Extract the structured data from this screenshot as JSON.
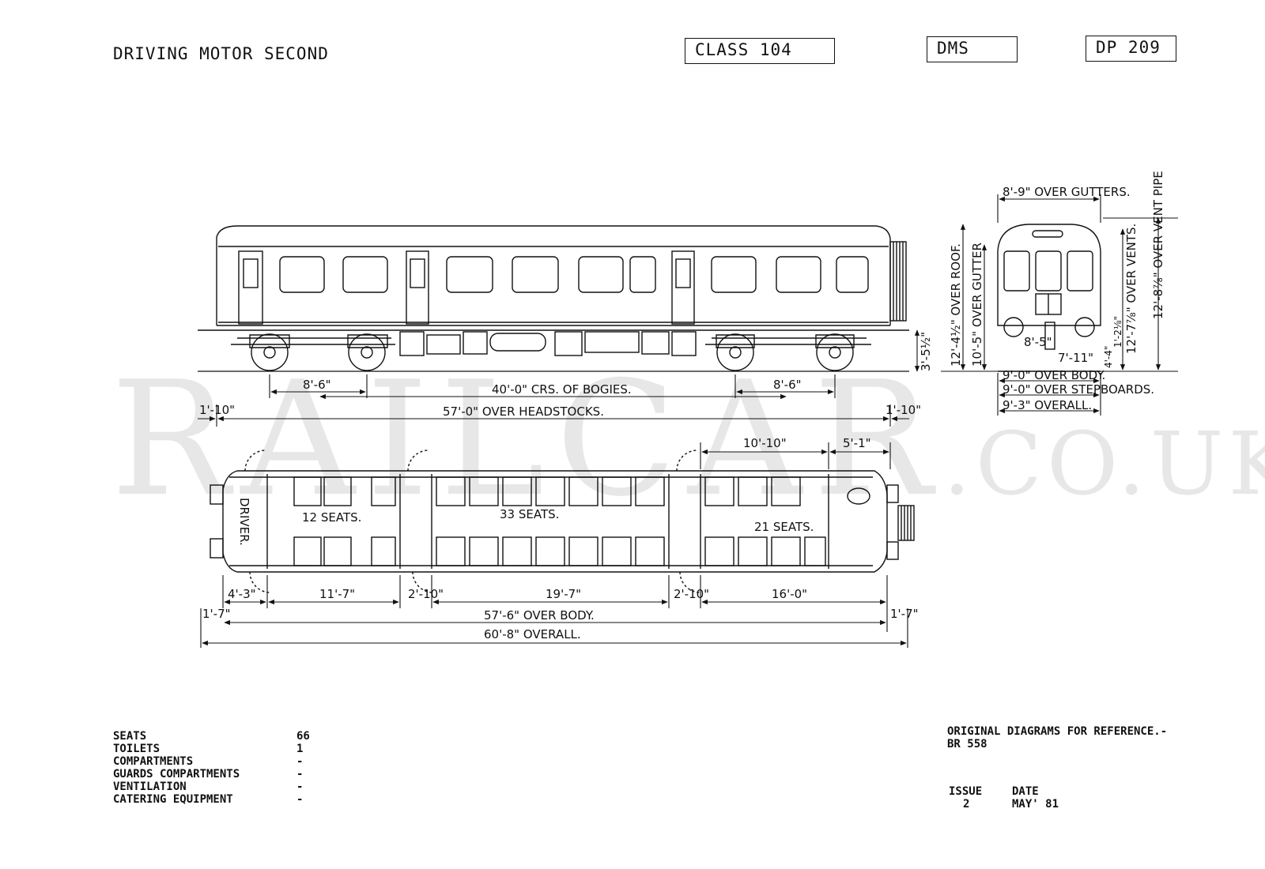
{
  "header": {
    "title": "DRIVING MOTOR SECOND",
    "class_box": "CLASS 104",
    "type_box": "DMS",
    "diagram_box": "DP 209"
  },
  "watermark": {
    "big": "RAILCAR",
    "small": ".CO.UK"
  },
  "side_view": {
    "bogie_wheelbase_left": "8'-6\"",
    "bogie_wheelbase_right": "8'-6\"",
    "bogie_centres": "40'-0\" CRS. OF BOGIES.",
    "over_headstocks": "57'-0\" OVER HEADSTOCKS.",
    "overhang_left": "1'-10\"",
    "overhang_right": "1'-10\"",
    "rail_height": "3'-5½\""
  },
  "end_view": {
    "over_gutters": "8'-9\" OVER GUTTERS.",
    "over_roof": "12'-4½\" OVER ROOF.",
    "over_gutter": "10'-5\" OVER GUTTER",
    "over_vents": "12'-7⅞\" OVER VENTS.",
    "over_vent_pipe": "12'-8⅞\" OVER VENT PIPE",
    "inner_a": "8'-5\"",
    "inner_b": "7'-11\"",
    "small_a": "1'-2⅛\"",
    "small_b": "4'-4\"",
    "over_body": "9'-0\" OVER BODY.",
    "over_stepboards": "9'-0\" OVER STEPBOARDS.",
    "overall": "9'-3\" OVERALL."
  },
  "plan_view": {
    "driver": "DRIVER.",
    "saloon_1_seats": "12 SEATS.",
    "saloon_2_seats": "33 SEATS.",
    "saloon_3_seats": "21 SEATS.",
    "top_dim_a": "10'-10\"",
    "top_dim_b": "5'-1\"",
    "dim_cab": "4'-3\"",
    "dim_saloon_1": "11'-7\"",
    "dim_vestibule_1": "2'-10\"",
    "dim_saloon_2": "19'-7\"",
    "dim_vestibule_2": "2'-10\"",
    "dim_saloon_3": "16'-0\"",
    "end_left": "1'-7\"",
    "end_right": "1'-7\"",
    "over_body": "57'-6\" OVER BODY.",
    "overall": "60'-8\" OVERALL."
  },
  "specs": [
    {
      "label": "SEATS",
      "value": "66"
    },
    {
      "label": "TOILETS",
      "value": "1"
    },
    {
      "label": "COMPARTMENTS",
      "value": "-"
    },
    {
      "label": "GUARDS COMPARTMENTS",
      "value": "-"
    },
    {
      "label": "VENTILATION",
      "value": "-"
    },
    {
      "label": "CATERING EQUIPMENT",
      "value": "-"
    }
  ],
  "reference": {
    "line1": "ORIGINAL DIAGRAMS FOR REFERENCE.-",
    "line2": "BR 558"
  },
  "issue": {
    "issue_label": "ISSUE",
    "date_label": "DATE",
    "issue_value": "2",
    "date_value": "MAY' 81"
  }
}
